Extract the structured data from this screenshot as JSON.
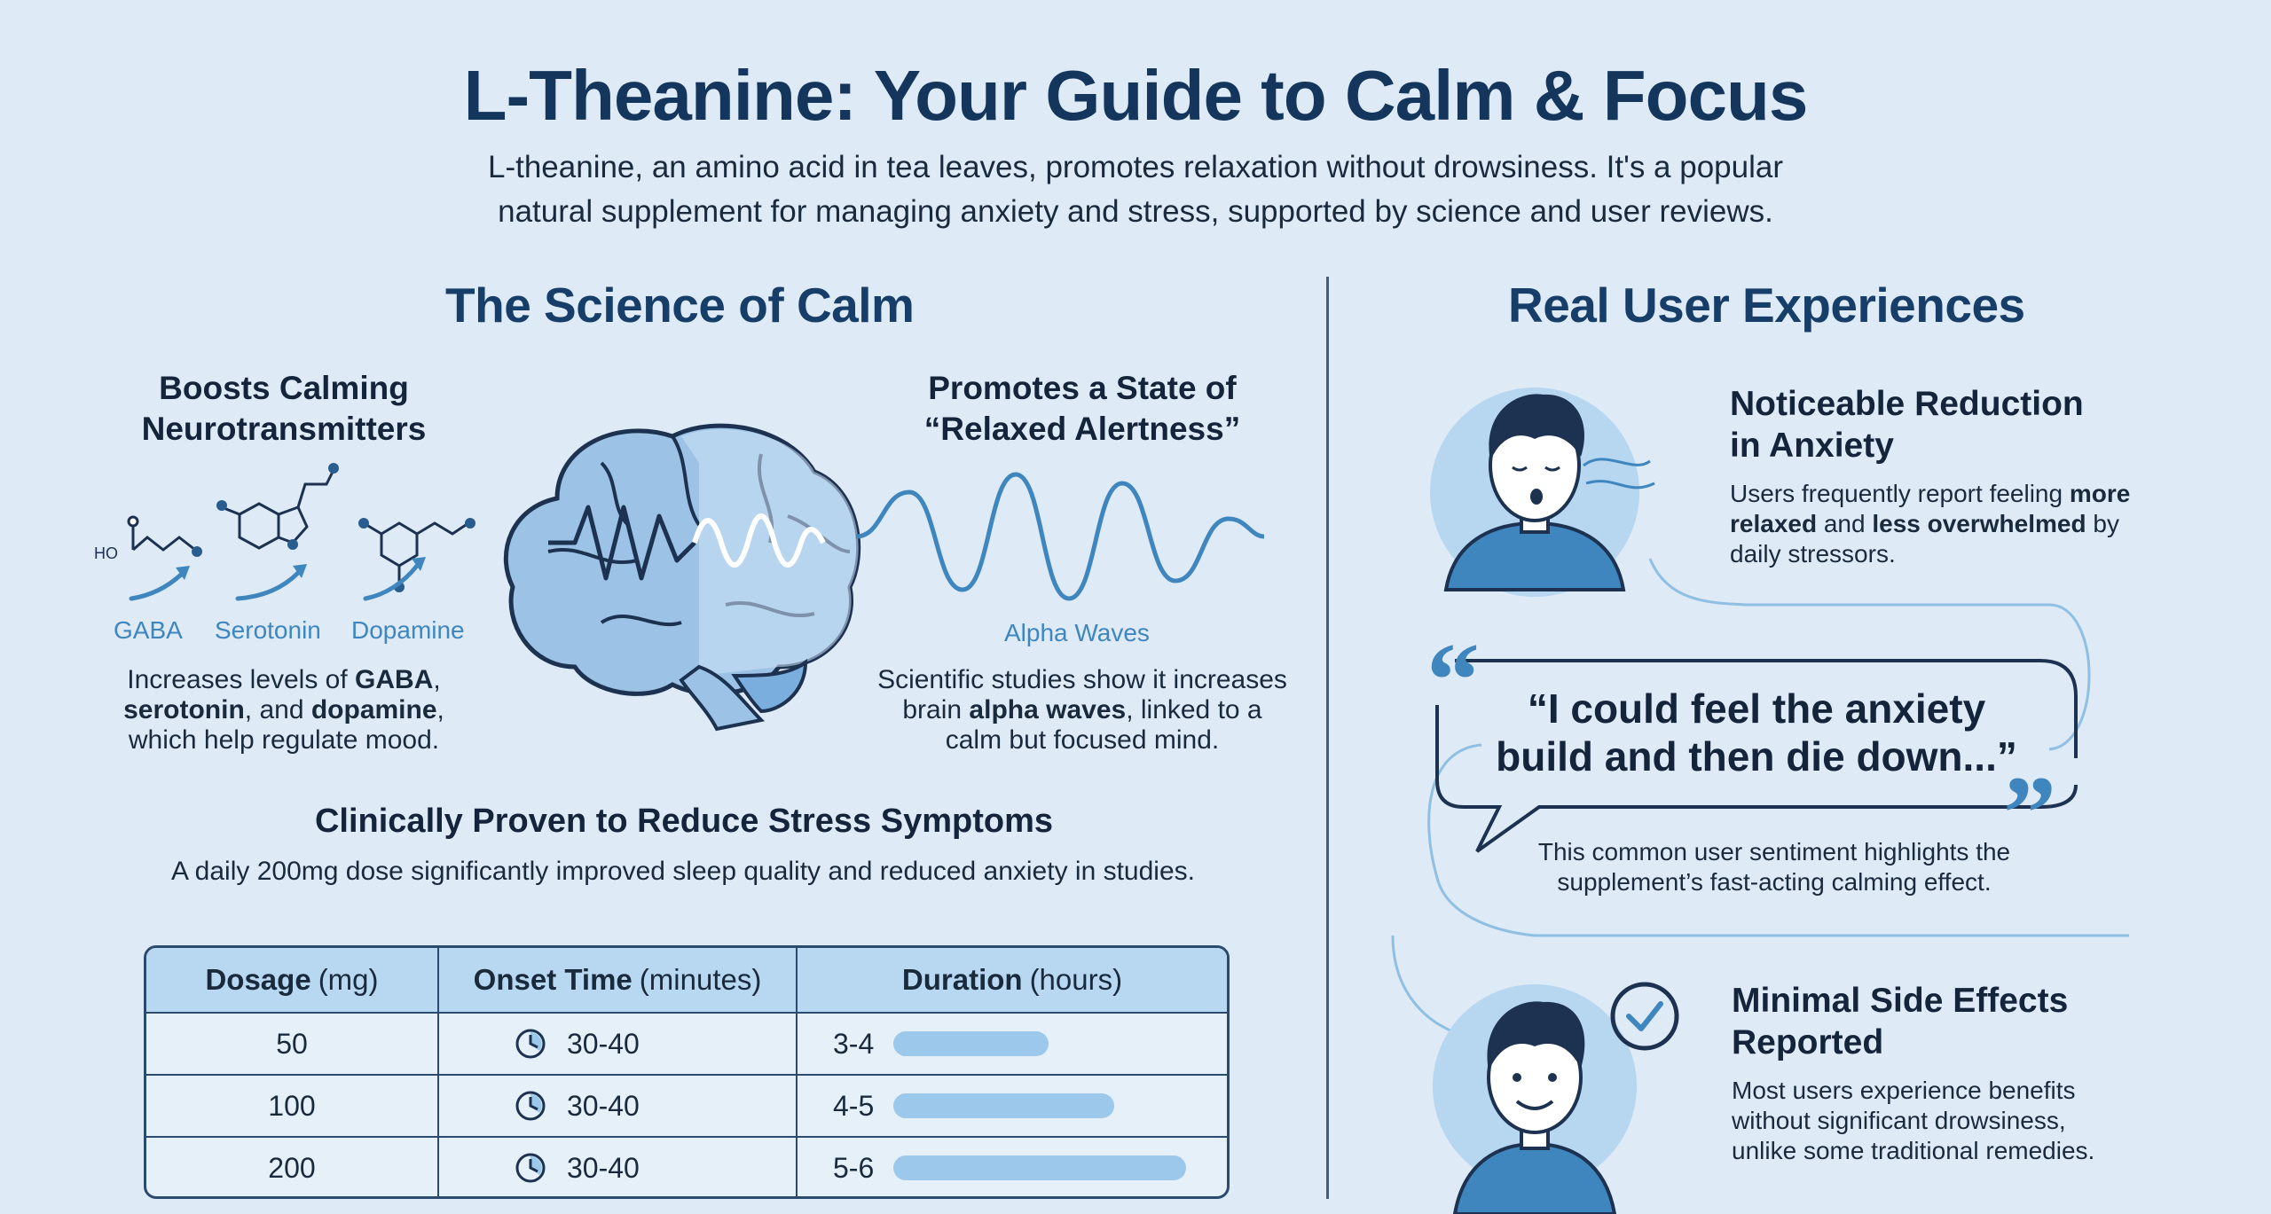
{
  "header": {
    "title": "L-Theanine: Your Guide to Calm & Focus",
    "subtitle_line1": "L-theanine, an amino acid in tea leaves, promotes relaxation without drowsiness. It's a popular",
    "subtitle_line2": "natural supplement for managing anxiety and stress, supported by science and user reviews."
  },
  "science": {
    "heading": "The Science of Calm",
    "neuro": {
      "heading_l1": "Boosts Calming",
      "heading_l2": "Neurotransmitters",
      "labels": [
        "GABA",
        "Serotonin",
        "Dopamine"
      ],
      "ho_label": "HO",
      "desc_l1_pre": "Increases levels of ",
      "desc_l1_b": "GABA",
      "desc_l1_post": ",",
      "desc_l2_b1": "serotonin",
      "desc_l2_mid": ", and ",
      "desc_l2_b2": "dopamine",
      "desc_l2_post": ",",
      "desc_l3": "which help regulate mood."
    },
    "alpha": {
      "heading_l1": "Promotes a State of",
      "heading_l2": "“Relaxed Alertness”",
      "wave_label": "Alpha Waves",
      "desc_l1": "Scientific studies show it increases",
      "desc_l2_pre": "brain ",
      "desc_l2_b": "alpha waves",
      "desc_l2_post": ", linked to a",
      "desc_l3": "calm but focused mind."
    },
    "clinical": {
      "heading": "Clinically Proven to Reduce Stress Symptoms",
      "desc": "A daily 200mg dose significantly improved sleep quality and reduced anxiety in studies."
    },
    "table": {
      "headers": [
        {
          "bold": "Dosage",
          "unit": "(mg)"
        },
        {
          "bold": "Onset Time",
          "unit": "(minutes)"
        },
        {
          "bold": "Duration",
          "unit": "(hours)"
        }
      ],
      "rows": [
        {
          "dosage": "50",
          "onset": "30-40",
          "duration": "3-4",
          "duration_bar": 0.26
        },
        {
          "dosage": "100",
          "onset": "30-40",
          "duration": "4-5",
          "duration_bar": 0.37
        },
        {
          "dosage": "200",
          "onset": "30-40",
          "duration": "5-6",
          "duration_bar": 0.49
        }
      ]
    }
  },
  "users": {
    "heading": "Real User Experiences",
    "anxiety": {
      "heading_l1": "Noticeable Reduction",
      "heading_l2": "in Anxiety",
      "l1_pre": "Users frequently report feeling ",
      "l1_b": "more",
      "l2_b1": "relaxed",
      "l2_mid": " and ",
      "l2_b2": "less overwhelmed",
      "l2_post": " by",
      "l3": "daily stressors."
    },
    "quote": {
      "line1": "“I could feel the anxiety",
      "line2": "build and then die down...”",
      "note_l1": "This common user sentiment highlights the",
      "note_l2": "supplement’s fast-acting calming effect."
    },
    "side_effects": {
      "heading_l1": "Minimal Side Effects",
      "heading_l2": "Reported",
      "l1": "Most users experience benefits",
      "l2": "without significant drowsiness,",
      "l3": "unlike some traditional remedies."
    }
  },
  "colors": {
    "background": "#deeaf6",
    "accent_blue": "#3f86bf",
    "dark_navy": "#15365c",
    "bar_fill": "#9cc8ec"
  }
}
